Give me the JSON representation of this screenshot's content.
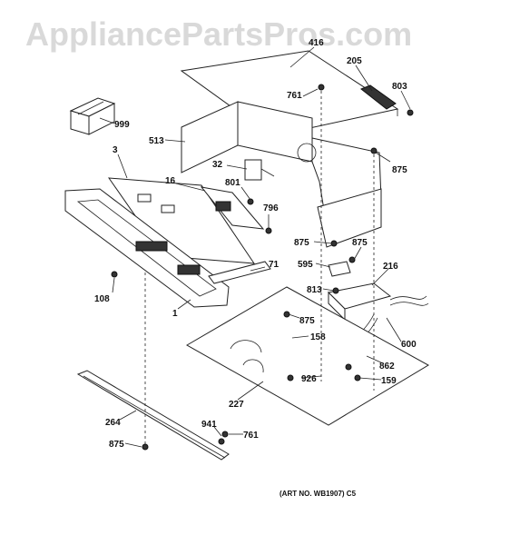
{
  "watermark": "AppliancePartsPros.com",
  "art_number": "(ART NO. WB1907) C5",
  "callouts": {
    "c416": "416",
    "c205": "205",
    "c803": "803",
    "c761a": "761",
    "c999": "999",
    "c513": "513",
    "c3": "3",
    "c32": "32",
    "c875a": "875",
    "c16": "16",
    "c801": "801",
    "c796": "796",
    "c875b": "875",
    "c875c": "875",
    "c595": "595",
    "c216": "216",
    "c71": "71",
    "c108": "108",
    "c813": "813",
    "c1": "1",
    "c875d": "875",
    "c158": "158",
    "c600": "600",
    "c862": "862",
    "c926": "926",
    "c159": "159",
    "c227": "227",
    "c264": "264",
    "c941": "941",
    "c761b": "761",
    "c875e": "875"
  }
}
